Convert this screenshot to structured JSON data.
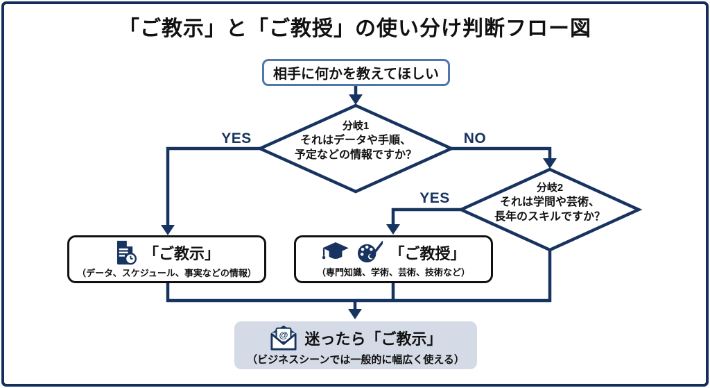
{
  "page": {
    "title": "「ご教示」と「ご教授」の使い分け判断フロー図"
  },
  "flow": {
    "start": {
      "label": "相手に何かを教えてほしい"
    },
    "decision1": {
      "name": "分岐1",
      "line1": "それはデータや手順、",
      "line2": "予定などの情報ですか？",
      "yes": "YES",
      "no": "NO"
    },
    "decision2": {
      "name": "分岐2",
      "line1": "それは学問や芸術、",
      "line2": "長年のスキルですか？",
      "yes": "YES"
    },
    "result_left": {
      "title": "「ご教示」",
      "subtitle": "（データ、スケジュール、事実などの情報）",
      "icon": "document-clock-icon"
    },
    "result_right": {
      "title": "「ご教授」",
      "subtitle": "（専門知識、学術、芸術、技術など）",
      "icons": [
        "graduation-cap-icon",
        "palette-brush-icon"
      ]
    },
    "fallback": {
      "title": "迷ったら「ご教示」",
      "subtitle": "（ビジネスシーンでは一般的に幅広く使える）",
      "icon": "open-mail-at-icon",
      "at_symbol": "@"
    }
  },
  "colors": {
    "navy": "#17335f",
    "start_border": "#4d77ad",
    "fallback_bg": "#d4dbe6",
    "box_border": "#111111",
    "page_border": "#132e5b",
    "text": "#111111"
  }
}
